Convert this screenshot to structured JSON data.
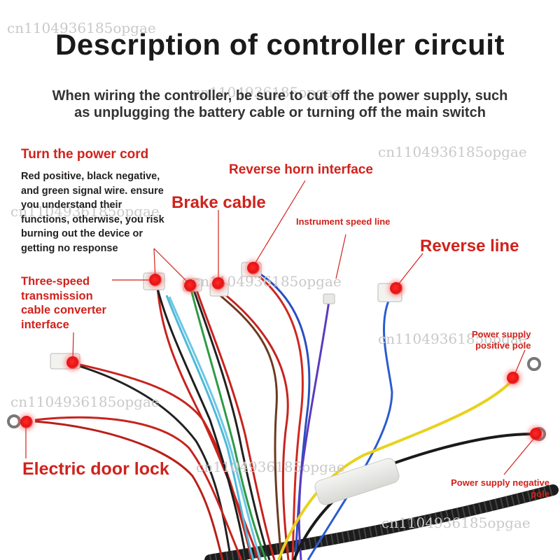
{
  "heading": "Description of controller circuit",
  "warning": [
    "When wiring the controller, be sure to cut off the power supply, such",
    "as unplugging the battery cable or turning off the main switch"
  ],
  "labels": {
    "power_cord": "Turn the power cord",
    "power_cord_note": [
      "Red positive, black negative,",
      "and green signal wire. ensure",
      "you understand their",
      "functions, otherwise, you risk",
      "burning out the device or",
      "getting no response"
    ],
    "brake": "Brake cable",
    "reverse_horn": "Reverse horn interface",
    "instrument_speed": "Instrument speed line",
    "reverse_line": "Reverse line",
    "three_speed": [
      "Three-speed",
      "transmission",
      "cable converter",
      "interface"
    ],
    "power_positive": [
      "Power supply",
      "positive pole"
    ],
    "door_lock": "Electric door lock",
    "power_negative": [
      "Power supply negative",
      "pole"
    ]
  },
  "watermark": "cn1104936185opgae",
  "colors": {
    "accent": "#d0221c",
    "title": "#1a1a1a",
    "note": "#222222",
    "dot": "#e31212"
  }
}
